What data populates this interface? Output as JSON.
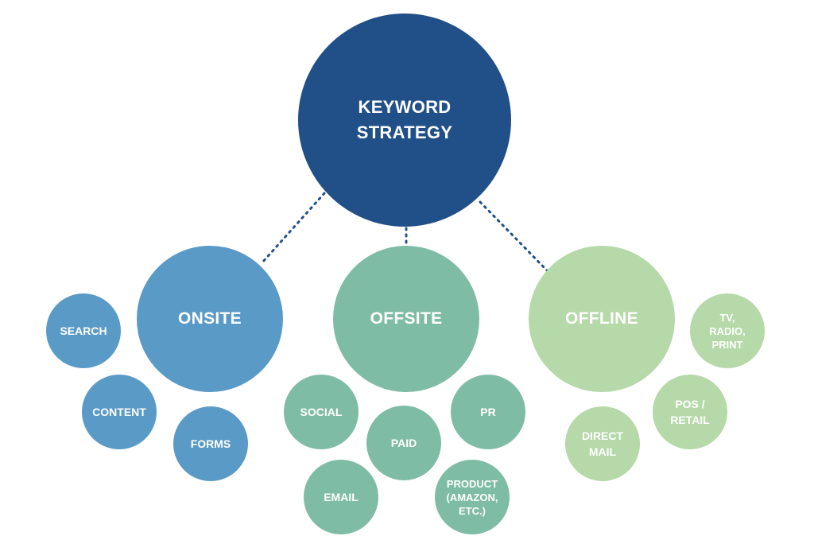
{
  "colors": {
    "root": "#215089",
    "onsite": "#5a9ac6",
    "offsite": "#7fbca6",
    "offline": "#b5d9a8",
    "connector": "#215089",
    "text": "#ffffff"
  },
  "root": {
    "label": "KEYWORD\nSTRATEGY"
  },
  "categories": {
    "onsite": {
      "label": "ONSITE",
      "items": [
        "SEARCH",
        "CONTENT",
        "FORMS"
      ]
    },
    "offsite": {
      "label": "OFFSITE",
      "items": [
        "SOCIAL",
        "PAID",
        "PR",
        "EMAIL",
        "PRODUCT\n(AMAZON,\nETC.)"
      ]
    },
    "offline": {
      "label": "OFFLINE",
      "items": [
        "TV,\nRADIO,\nPRINT",
        "POS /\nRETAIL",
        "DIRECT\nMAIL"
      ]
    }
  }
}
